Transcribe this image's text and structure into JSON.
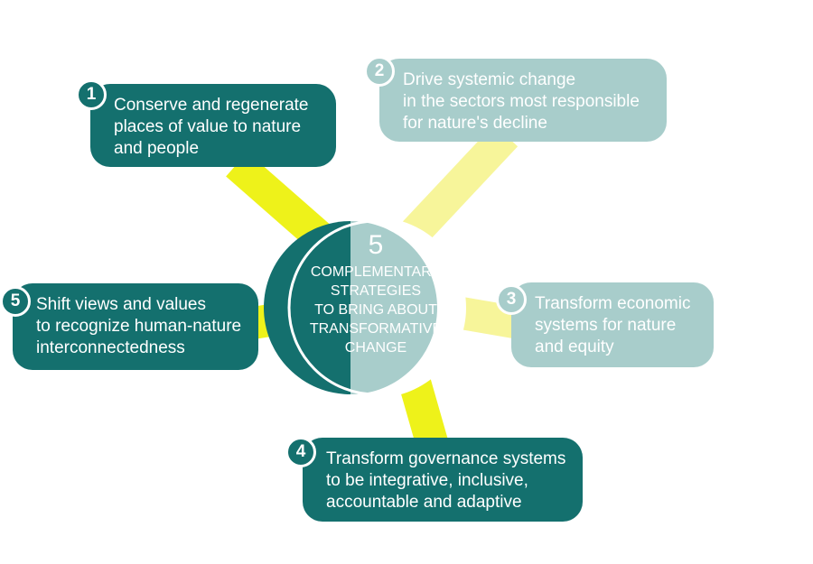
{
  "center": {
    "number": "5",
    "lines": [
      "COMPLEMENTARY",
      "STRATEGIES",
      "TO BRING ABOUT",
      "TRANSFORMATIVE",
      "CHANGE"
    ]
  },
  "strategies": [
    {
      "number": "1",
      "lines": [
        "Conserve and regenerate",
        "places of value to nature",
        "and people"
      ]
    },
    {
      "number": "2",
      "lines": [
        "Drive systemic change",
        "in the sectors most responsible",
        "for nature's decline"
      ]
    },
    {
      "number": "3",
      "lines": [
        "Transform economic",
        "systems for nature",
        "and equity"
      ]
    },
    {
      "number": "4",
      "lines": [
        "Transform governance systems",
        "to be integrative, inclusive,",
        "accountable and adaptive"
      ]
    },
    {
      "number": "5",
      "lines": [
        "Shift views and values",
        "to recognize human-nature",
        "interconnectedness"
      ]
    }
  ],
  "colors": {
    "dark_teal": "#14706e",
    "light_teal": "#a8cdcb",
    "yellow_strong": "#eef21a",
    "yellow_pale": "#f7f59a"
  }
}
